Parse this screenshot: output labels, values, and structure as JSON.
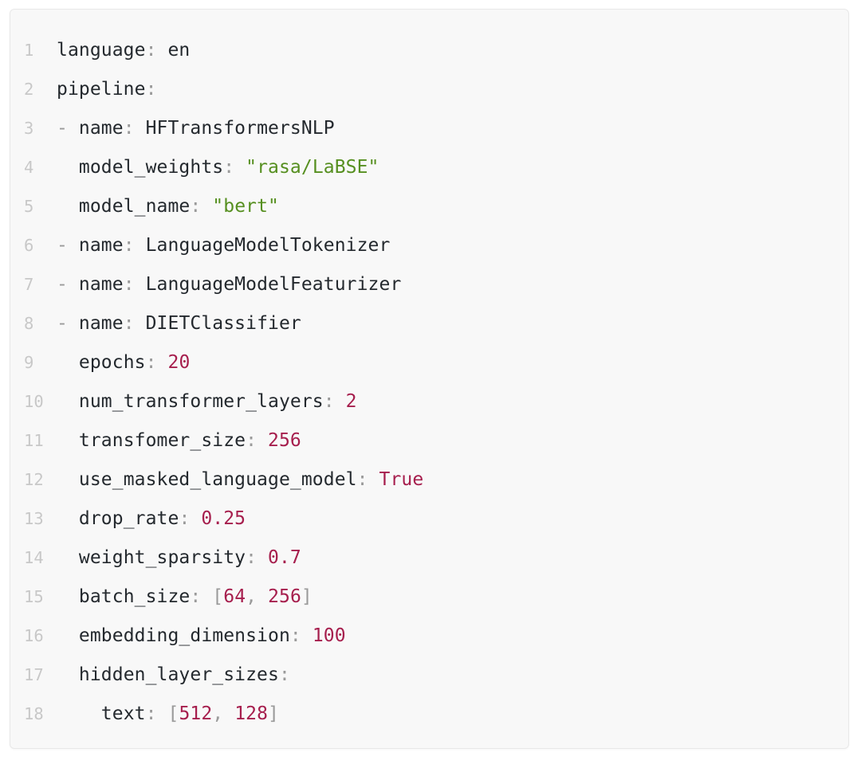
{
  "panel": {
    "name": "yaml-code-block",
    "background_color": "#f8f8f8",
    "border_color": "#e8e8e8",
    "language": "yaml"
  },
  "theme": {
    "key_color": "#24292e",
    "plain_color": "#24292e",
    "punct_color": "#9a9a9a",
    "string_color": "#568f20",
    "number_color": "#a61e4d",
    "boolean_color": "#a61e4d",
    "bracket_color": "#9a9a9a",
    "line_number_color": "#c8c8c8",
    "dash_color": "#9a9a9a"
  },
  "code": {
    "lines": [
      {
        "number": "1",
        "text": "language: en",
        "tokens": [
          {
            "type": "key",
            "text": "language"
          },
          {
            "type": "punct",
            "text": ":"
          },
          {
            "type": "plain",
            "text": " en"
          }
        ]
      },
      {
        "number": "2",
        "text": "pipeline:",
        "tokens": [
          {
            "type": "key",
            "text": "pipeline"
          },
          {
            "type": "punct",
            "text": ":"
          }
        ]
      },
      {
        "number": "3",
        "text": "- name: HFTransformersNLP",
        "tokens": [
          {
            "type": "dash",
            "text": "- "
          },
          {
            "type": "key",
            "text": "name"
          },
          {
            "type": "punct",
            "text": ":"
          },
          {
            "type": "plain",
            "text": " HFTransformersNLP"
          }
        ]
      },
      {
        "number": "4",
        "text": "  model_weights: \"rasa/LaBSE\"",
        "tokens": [
          {
            "type": "indent",
            "text": "  "
          },
          {
            "type": "key",
            "text": "model_weights"
          },
          {
            "type": "punct",
            "text": ":"
          },
          {
            "type": "plain",
            "text": " "
          },
          {
            "type": "string",
            "text": "\"rasa/LaBSE\""
          }
        ]
      },
      {
        "number": "5",
        "text": "  model_name: \"bert\"",
        "tokens": [
          {
            "type": "indent",
            "text": "  "
          },
          {
            "type": "key",
            "text": "model_name"
          },
          {
            "type": "punct",
            "text": ":"
          },
          {
            "type": "plain",
            "text": " "
          },
          {
            "type": "string",
            "text": "\"bert\""
          }
        ]
      },
      {
        "number": "6",
        "text": "- name: LanguageModelTokenizer",
        "tokens": [
          {
            "type": "dash",
            "text": "- "
          },
          {
            "type": "key",
            "text": "name"
          },
          {
            "type": "punct",
            "text": ":"
          },
          {
            "type": "plain",
            "text": " LanguageModelTokenizer"
          }
        ]
      },
      {
        "number": "7",
        "text": "- name: LanguageModelFeaturizer",
        "tokens": [
          {
            "type": "dash",
            "text": "- "
          },
          {
            "type": "key",
            "text": "name"
          },
          {
            "type": "punct",
            "text": ":"
          },
          {
            "type": "plain",
            "text": " LanguageModelFeaturizer"
          }
        ]
      },
      {
        "number": "8",
        "text": "- name: DIETClassifier",
        "tokens": [
          {
            "type": "dash",
            "text": "- "
          },
          {
            "type": "key",
            "text": "name"
          },
          {
            "type": "punct",
            "text": ":"
          },
          {
            "type": "plain",
            "text": " DIETClassifier"
          }
        ]
      },
      {
        "number": "9",
        "text": "  epochs: 20",
        "tokens": [
          {
            "type": "indent",
            "text": "  "
          },
          {
            "type": "key",
            "text": "epochs"
          },
          {
            "type": "punct",
            "text": ":"
          },
          {
            "type": "plain",
            "text": " "
          },
          {
            "type": "number",
            "text": "20"
          }
        ]
      },
      {
        "number": "10",
        "text": "  num_transformer_layers: 2",
        "tokens": [
          {
            "type": "indent",
            "text": "  "
          },
          {
            "type": "key",
            "text": "num_transformer_layers"
          },
          {
            "type": "punct",
            "text": ":"
          },
          {
            "type": "plain",
            "text": " "
          },
          {
            "type": "number",
            "text": "2"
          }
        ]
      },
      {
        "number": "11",
        "text": "  transfomer_size: 256",
        "tokens": [
          {
            "type": "indent",
            "text": "  "
          },
          {
            "type": "key",
            "text": "transfomer_size"
          },
          {
            "type": "punct",
            "text": ":"
          },
          {
            "type": "plain",
            "text": " "
          },
          {
            "type": "number",
            "text": "256"
          }
        ]
      },
      {
        "number": "12",
        "text": "  use_masked_language_model: True",
        "tokens": [
          {
            "type": "indent",
            "text": "  "
          },
          {
            "type": "key",
            "text": "use_masked_language_model"
          },
          {
            "type": "punct",
            "text": ":"
          },
          {
            "type": "plain",
            "text": " "
          },
          {
            "type": "bool",
            "text": "True"
          }
        ]
      },
      {
        "number": "13",
        "text": "  drop_rate: 0.25",
        "tokens": [
          {
            "type": "indent",
            "text": "  "
          },
          {
            "type": "key",
            "text": "drop_rate"
          },
          {
            "type": "punct",
            "text": ":"
          },
          {
            "type": "plain",
            "text": " "
          },
          {
            "type": "number",
            "text": "0.25"
          }
        ]
      },
      {
        "number": "14",
        "text": "  weight_sparsity: 0.7",
        "tokens": [
          {
            "type": "indent",
            "text": "  "
          },
          {
            "type": "key",
            "text": "weight_sparsity"
          },
          {
            "type": "punct",
            "text": ":"
          },
          {
            "type": "plain",
            "text": " "
          },
          {
            "type": "number",
            "text": "0.7"
          }
        ]
      },
      {
        "number": "15",
        "text": "  batch_size: [64, 256]",
        "tokens": [
          {
            "type": "indent",
            "text": "  "
          },
          {
            "type": "key",
            "text": "batch_size"
          },
          {
            "type": "punct",
            "text": ":"
          },
          {
            "type": "plain",
            "text": " "
          },
          {
            "type": "bracket",
            "text": "["
          },
          {
            "type": "number",
            "text": "64"
          },
          {
            "type": "bracket",
            "text": ", "
          },
          {
            "type": "number",
            "text": "256"
          },
          {
            "type": "bracket",
            "text": "]"
          }
        ]
      },
      {
        "number": "16",
        "text": "  embedding_dimension: 100",
        "tokens": [
          {
            "type": "indent",
            "text": "  "
          },
          {
            "type": "key",
            "text": "embedding_dimension"
          },
          {
            "type": "punct",
            "text": ":"
          },
          {
            "type": "plain",
            "text": " "
          },
          {
            "type": "number",
            "text": "100"
          }
        ]
      },
      {
        "number": "17",
        "text": "  hidden_layer_sizes:",
        "tokens": [
          {
            "type": "indent",
            "text": "  "
          },
          {
            "type": "key",
            "text": "hidden_layer_sizes"
          },
          {
            "type": "punct",
            "text": ":"
          }
        ]
      },
      {
        "number": "18",
        "text": "    text: [512, 128]",
        "tokens": [
          {
            "type": "indent",
            "text": "    "
          },
          {
            "type": "key",
            "text": "text"
          },
          {
            "type": "punct",
            "text": ":"
          },
          {
            "type": "plain",
            "text": " "
          },
          {
            "type": "bracket",
            "text": "["
          },
          {
            "type": "number",
            "text": "512"
          },
          {
            "type": "bracket",
            "text": ", "
          },
          {
            "type": "number",
            "text": "128"
          },
          {
            "type": "bracket",
            "text": "]"
          }
        ]
      }
    ]
  }
}
